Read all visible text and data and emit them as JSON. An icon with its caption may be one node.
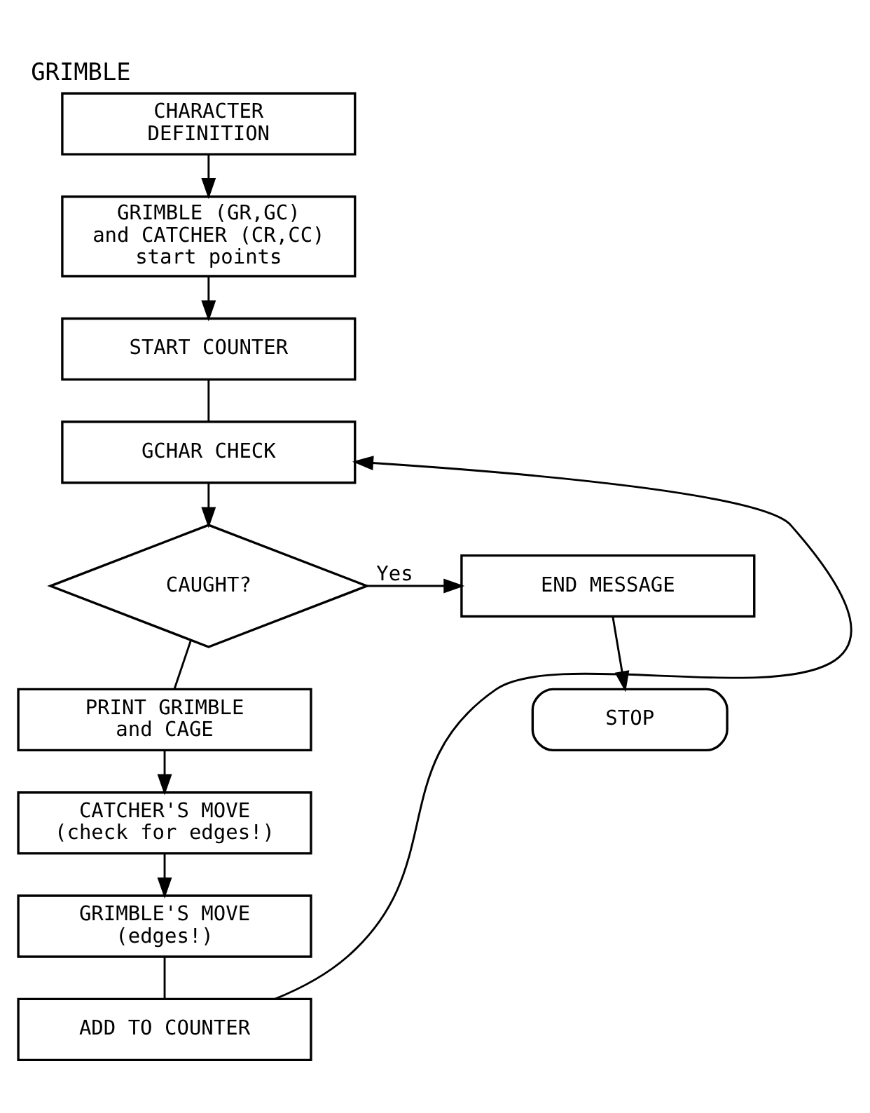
{
  "diagram": {
    "title": "GRIMBLE",
    "nodes": [
      {
        "text": [
          "CHARACTER DEFINITION"
        ]
      },
      {
        "text": [
          "GRIMBLE (GR,GC) and CATCHER (CR,CC) start points"
        ]
      },
      {
        "text": [
          "START COUNTER"
        ]
      },
      {
        "text": [
          "GCHAR CHECK"
        ]
      },
      {
        "text": [
          "CAUGHT?"
        ]
      },
      {
        "text": [
          "END MESSAGE"
        ]
      },
      {
        "text": [
          "STOP"
        ]
      },
      {
        "text": [
          "PRINT GRIMBLE and CAGE"
        ]
      },
      {
        "text": [
          "CATCHER'S MOVE (check for edges!)"
        ]
      },
      {
        "text": [
          "GRIMBLE'S MOVE (edges!)"
        ]
      },
      {
        "text": [
          "ADD TO COUNTER"
        ]
      }
    ],
    "edges": [
      {
        "from": 0,
        "to": 1,
        "arrow": "to"
      },
      {
        "from": 1,
        "to": 2,
        "arrow": "to"
      },
      {
        "from": 2,
        "to": 3,
        "arrow": "none"
      },
      {
        "from": 3,
        "to": 4,
        "arrow": "to"
      },
      {
        "from": 4,
        "to": 5,
        "arrow": "to",
        "label": "Yes"
      },
      {
        "from": 5,
        "to": 6,
        "arrow": "to"
      },
      {
        "from": 4,
        "to": 7,
        "arrow": "none"
      },
      {
        "from": 7,
        "to": 8,
        "arrow": "to"
      },
      {
        "from": 8,
        "to": 9,
        "arrow": "to"
      },
      {
        "from": 9,
        "to": 10,
        "arrow": "none"
      },
      {
        "from": 10,
        "to": 3,
        "arrow": "to"
      }
    ]
  }
}
